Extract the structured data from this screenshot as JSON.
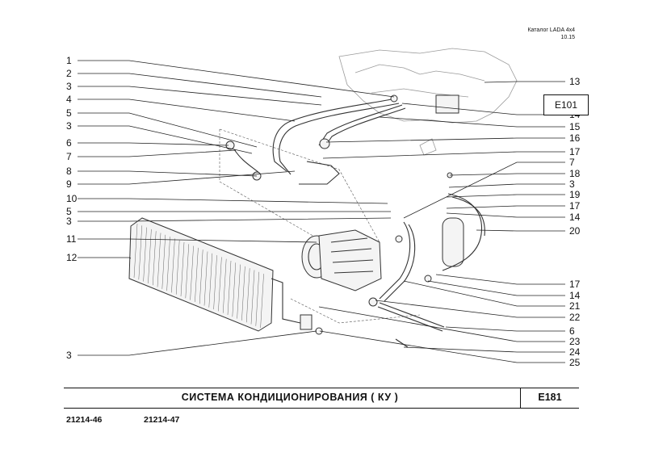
{
  "header": {
    "catalog": "Каталог LADA 4х4",
    "date": "10.15"
  },
  "reference_box": "E101",
  "title": "СИСТЕМА КОНДИЦИОНИРОВАНИЯ ( КУ )",
  "section_code": "E181",
  "models": [
    "21214-46",
    "21214-47"
  ],
  "callouts": {
    "left": [
      "1",
      "2",
      "3",
      "4",
      "5",
      "3",
      "6",
      "7",
      "8",
      "9",
      "10",
      "5",
      "3",
      "11",
      "12",
      "3"
    ],
    "right": [
      "13",
      "14",
      "15",
      "16",
      "17",
      "7",
      "18",
      "3",
      "19",
      "17",
      "14",
      "20",
      "17",
      "14",
      "21",
      "22",
      "6",
      "23",
      "24",
      "25"
    ]
  }
}
